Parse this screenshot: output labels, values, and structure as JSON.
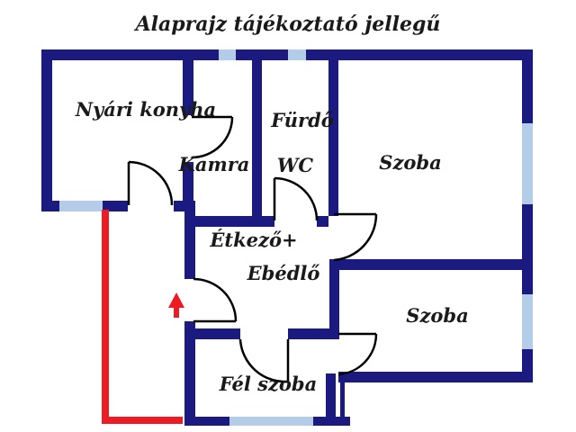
{
  "title": "Alaprajz tájékoztató jellegű",
  "rooms": {
    "nyari_konyha": "Nyári konyha",
    "kamra": "Kamra",
    "furdo": "Fürdő",
    "wc": "WC",
    "szoba_felso": "Szoba",
    "etkezo": "Étkező+",
    "ebedlo": "Ebédlő",
    "szoba_also": "Szoba",
    "fel_szoba": "Fél szoba"
  },
  "colors": {
    "wall": "#1a1a80",
    "window": "#b3cde8",
    "door": "#000000",
    "route": "#ed1c24",
    "text": "#1a1a1a",
    "background": "#ffffff"
  }
}
